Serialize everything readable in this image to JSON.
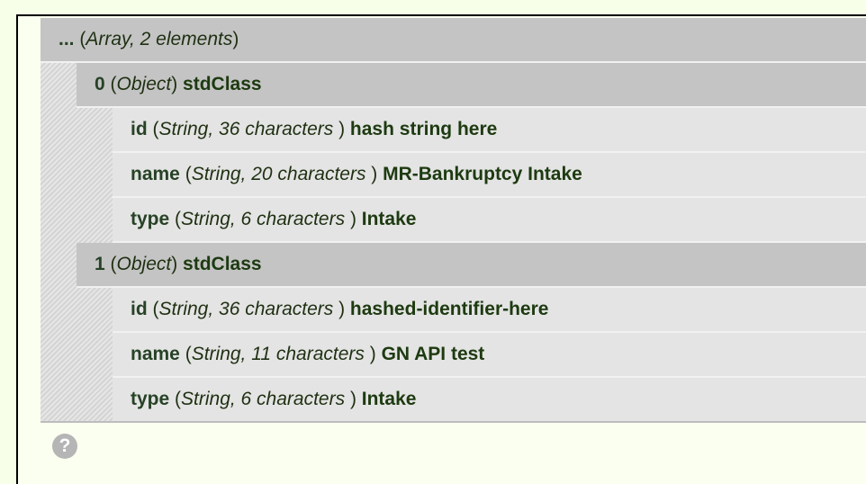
{
  "root": {
    "key": "...",
    "type": "Array, 2 elements"
  },
  "items": [
    {
      "key": "0",
      "type": "Object",
      "class_name": "stdClass",
      "fields": [
        {
          "key": "id",
          "type": "String, 36 characters ",
          "value": "hash string here"
        },
        {
          "key": "name",
          "type": "String, 20 characters ",
          "value": "MR-Bankruptcy Intake"
        },
        {
          "key": "type",
          "type": "String, 6 characters ",
          "value": "Intake"
        }
      ]
    },
    {
      "key": "1",
      "type": "Object",
      "class_name": "stdClass",
      "fields": [
        {
          "key": "id",
          "type": "String, 36 characters ",
          "value": "hashed-identifier-here"
        },
        {
          "key": "name",
          "type": "String, 11 characters ",
          "value": "GN API test"
        },
        {
          "key": "type",
          "type": "String, 6 characters ",
          "value": "Intake"
        }
      ]
    }
  ],
  "help_icon": {
    "glyph": "?",
    "icon": "help-icon"
  }
}
